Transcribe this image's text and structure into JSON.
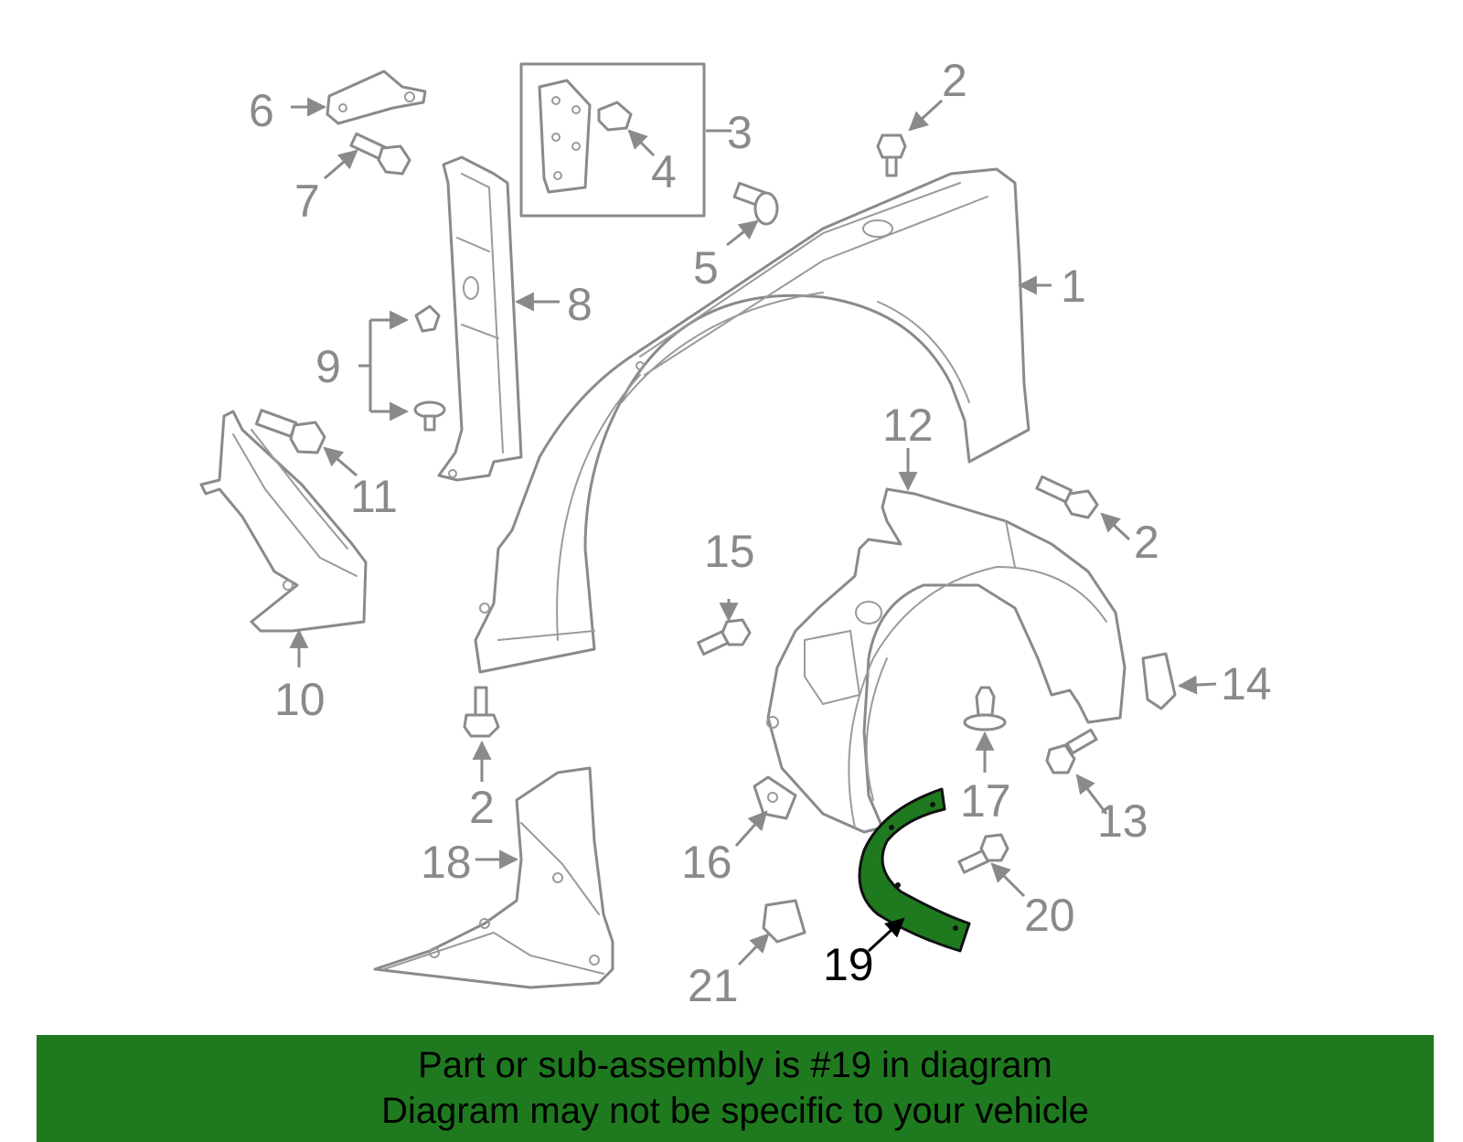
{
  "diagram": {
    "callouts": {
      "c1": "1",
      "c2a": "2",
      "c2b": "2",
      "c2c": "2",
      "c3": "3",
      "c4": "4",
      "c5": "5",
      "c6": "6",
      "c7": "7",
      "c8": "8",
      "c9": "9",
      "c10": "10",
      "c11": "11",
      "c12": "12",
      "c13": "13",
      "c14": "14",
      "c15": "15",
      "c16": "16",
      "c17": "17",
      "c18": "18",
      "c19": "19",
      "c20": "20",
      "c21": "21"
    },
    "highlight_part": "19",
    "colors": {
      "line": "#8a8a8a",
      "highlight": "#1f7a1f",
      "banner": "#1f7a1f",
      "text": "#000000"
    }
  },
  "banner": {
    "line1": "Part or sub-assembly is #19 in diagram",
    "line2": "Diagram may not be specific to your vehicle"
  }
}
